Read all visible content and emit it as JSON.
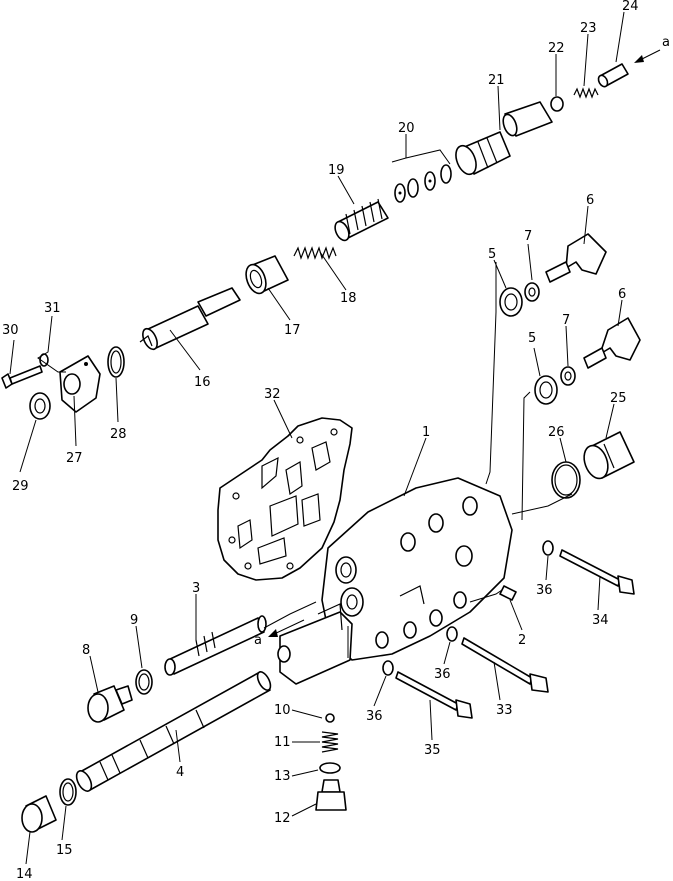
{
  "diagram": {
    "callouts": [
      {
        "id": "1",
        "text": "1"
      },
      {
        "id": "2",
        "text": "2"
      },
      {
        "id": "3",
        "text": "3"
      },
      {
        "id": "4",
        "text": "4"
      },
      {
        "id": "5a",
        "text": "5"
      },
      {
        "id": "5b",
        "text": "5"
      },
      {
        "id": "6a",
        "text": "6"
      },
      {
        "id": "6b",
        "text": "6"
      },
      {
        "id": "7a",
        "text": "7"
      },
      {
        "id": "7b",
        "text": "7"
      },
      {
        "id": "8",
        "text": "8"
      },
      {
        "id": "9",
        "text": "9"
      },
      {
        "id": "10",
        "text": "10"
      },
      {
        "id": "11",
        "text": "11"
      },
      {
        "id": "12",
        "text": "12"
      },
      {
        "id": "13",
        "text": "13"
      },
      {
        "id": "14",
        "text": "14"
      },
      {
        "id": "15",
        "text": "15"
      },
      {
        "id": "16",
        "text": "16"
      },
      {
        "id": "17",
        "text": "17"
      },
      {
        "id": "18",
        "text": "18"
      },
      {
        "id": "19",
        "text": "19"
      },
      {
        "id": "20",
        "text": "20"
      },
      {
        "id": "21",
        "text": "21"
      },
      {
        "id": "22",
        "text": "22"
      },
      {
        "id": "23",
        "text": "23"
      },
      {
        "id": "24",
        "text": "24"
      },
      {
        "id": "25",
        "text": "25"
      },
      {
        "id": "26",
        "text": "26"
      },
      {
        "id": "27",
        "text": "27"
      },
      {
        "id": "28",
        "text": "28"
      },
      {
        "id": "29",
        "text": "29"
      },
      {
        "id": "30",
        "text": "30"
      },
      {
        "id": "31",
        "text": "31"
      },
      {
        "id": "32",
        "text": "32"
      },
      {
        "id": "33",
        "text": "33"
      },
      {
        "id": "34",
        "text": "34"
      },
      {
        "id": "35",
        "text": "35"
      },
      {
        "id": "36a",
        "text": "36"
      },
      {
        "id": "36b",
        "text": "36"
      },
      {
        "id": "36c",
        "text": "36"
      }
    ],
    "ref_marks": [
      {
        "id": "a_top",
        "text": "a"
      },
      {
        "id": "a_mid",
        "text": "a"
      }
    ]
  }
}
